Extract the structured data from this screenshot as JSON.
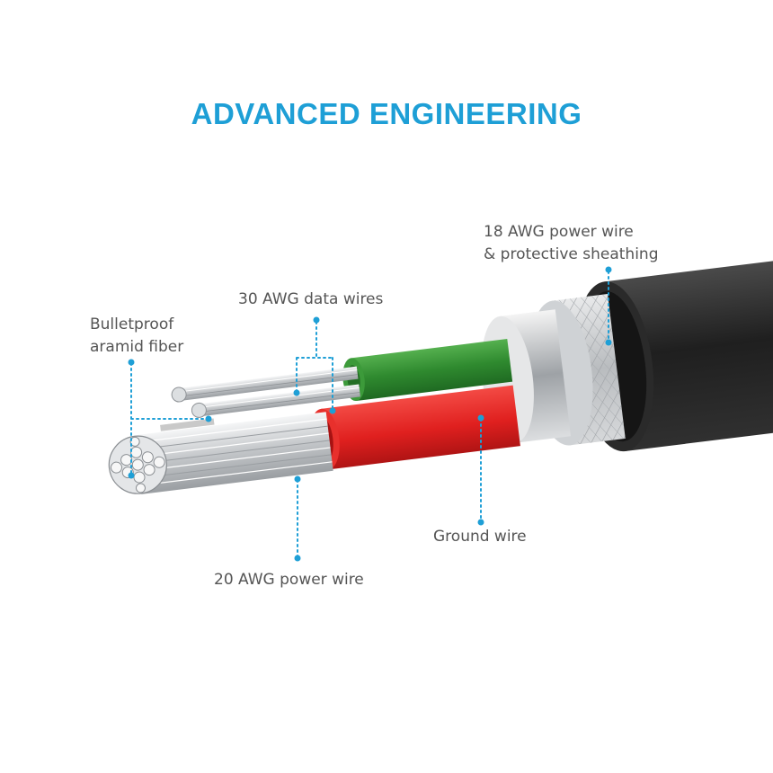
{
  "title": "ADVANCED ENGINEERING",
  "colors": {
    "accent": "#1e9fd6",
    "label_text": "#555555",
    "data_wire_green": "#2f8a2f",
    "ground_wire_red": "#e0201f",
    "outer_jacket": "#262626",
    "conductor": "#cfd2d5"
  },
  "labels": {
    "power18": {
      "line1": "18 AWG power wire",
      "line2": "& protective sheathing"
    },
    "data30": {
      "line1": "30 AWG data wires"
    },
    "aramid": {
      "line1": "Bulletproof",
      "line2": "aramid fiber"
    },
    "ground": {
      "line1": "Ground wire"
    },
    "power20": {
      "line1": "20 AWG power wire"
    }
  }
}
